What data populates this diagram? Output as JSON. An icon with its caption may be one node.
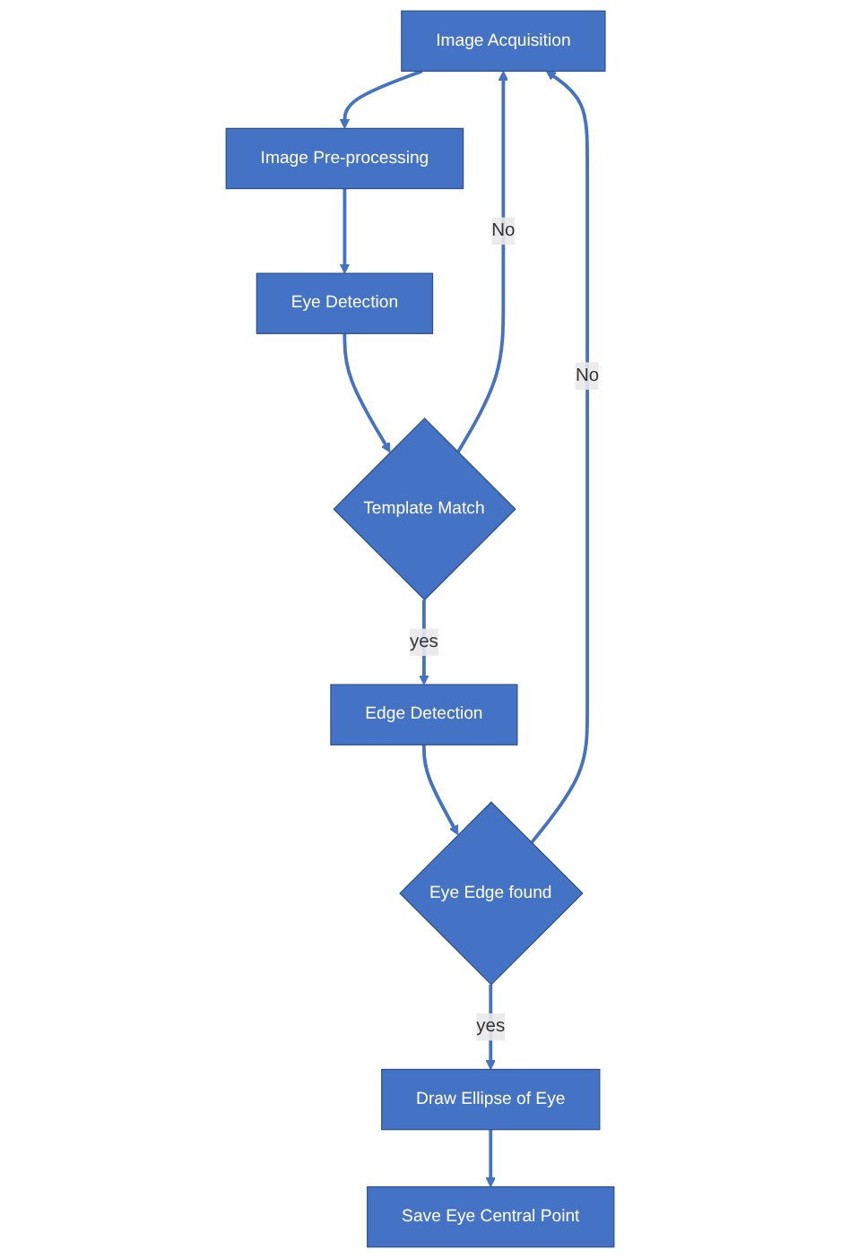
{
  "diagram": {
    "nodes": [
      {
        "text": [
          "Image Acquisition"
        ]
      },
      {
        "text": [
          "Image Pre-processing"
        ]
      },
      {
        "text": [
          "Eye Detection"
        ]
      },
      {
        "text": [
          "Template Match"
        ]
      },
      {
        "text": [
          "Edge Detection"
        ]
      },
      {
        "text": [
          "Eye Edge found"
        ]
      },
      {
        "text": [
          "Draw Ellipse of Eye"
        ]
      },
      {
        "text": [
          "Save Eye Central Point"
        ]
      }
    ],
    "edges": [
      {
        "from": 0,
        "to": 1,
        "arrow": "to"
      },
      {
        "from": 1,
        "to": 2,
        "arrow": "to"
      },
      {
        "from": 2,
        "to": 3,
        "arrow": "to"
      },
      {
        "from": 3,
        "to": 4,
        "arrow": "to",
        "label": "yes"
      },
      {
        "from": 4,
        "to": 5,
        "arrow": "to"
      },
      {
        "from": 5,
        "to": 6,
        "arrow": "to",
        "label": "yes"
      },
      {
        "from": 6,
        "to": 7,
        "arrow": "to"
      },
      {
        "from": 3,
        "to": 0,
        "arrow": "to",
        "label": "No"
      },
      {
        "from": 5,
        "to": 0,
        "arrow": "to",
        "label": "No"
      }
    ]
  }
}
